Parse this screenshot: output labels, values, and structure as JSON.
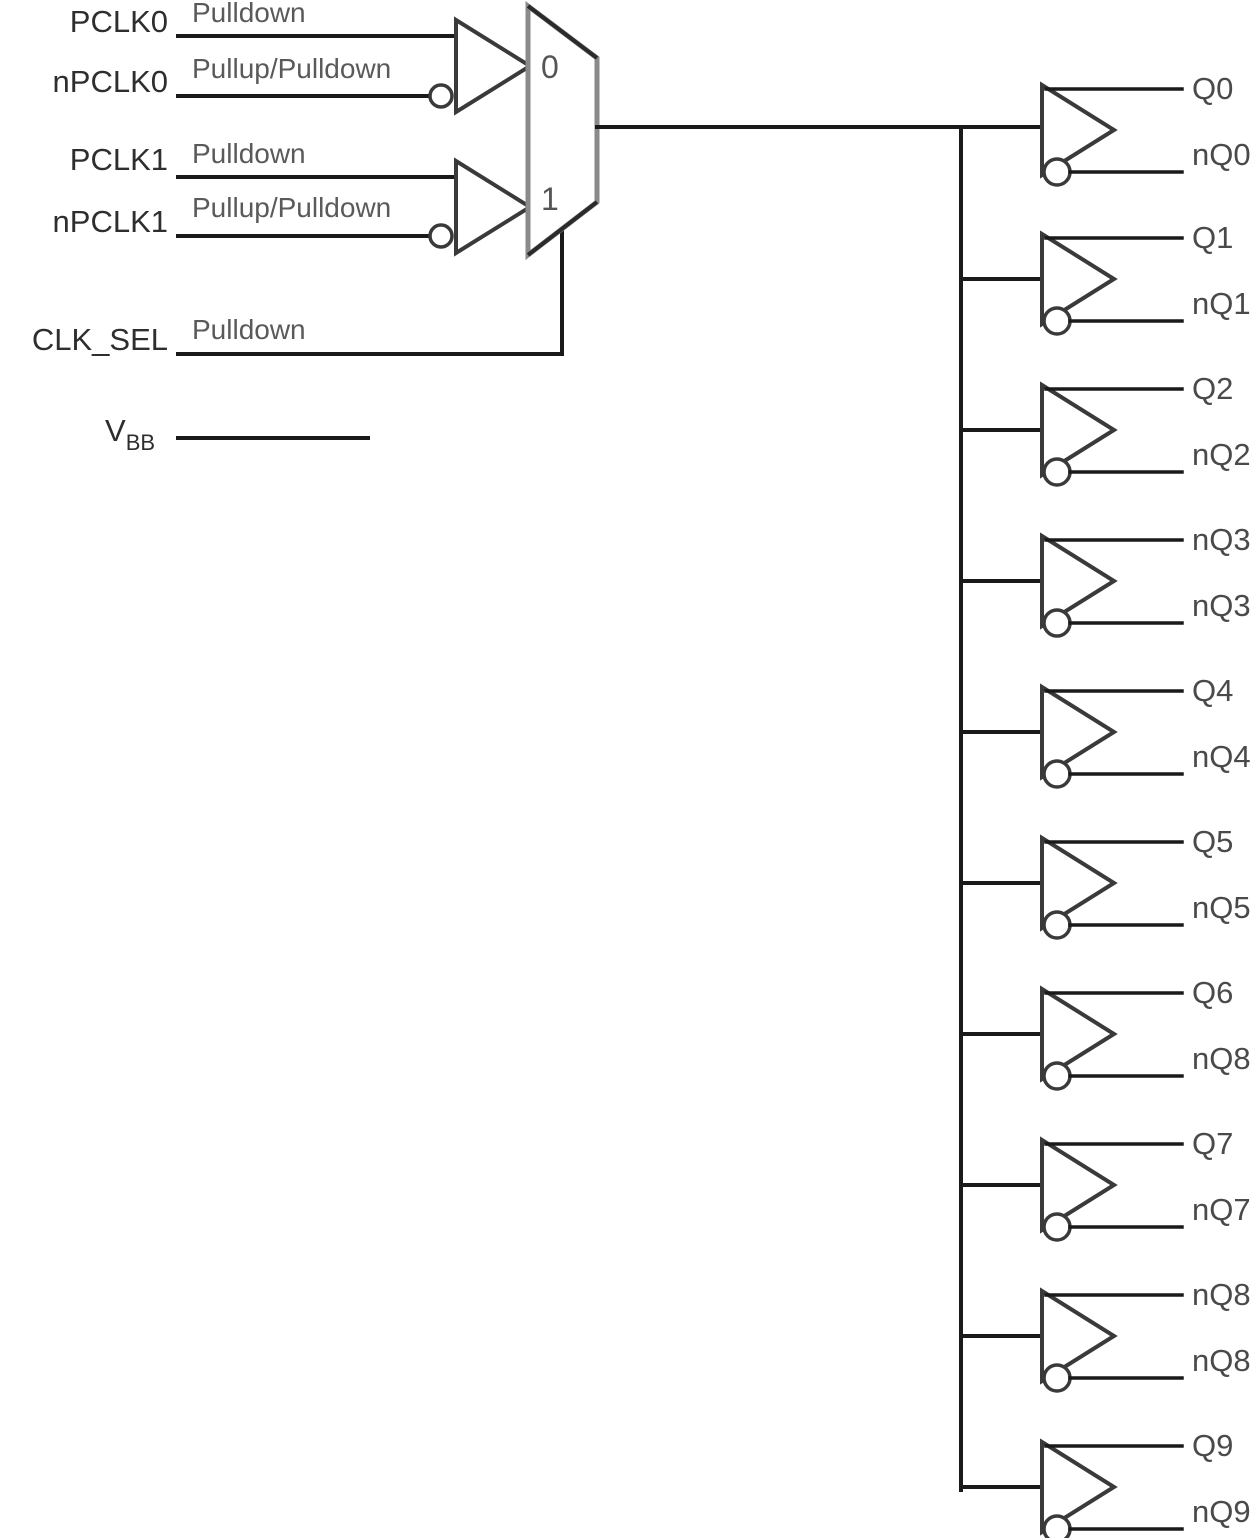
{
  "diagram": {
    "title": "Differential clock mux and fanout buffer block diagram",
    "colors": {
      "wire": "#1a1a1a",
      "gate_stroke": "#3a3a3a",
      "mux_stroke": "#8a8a8a",
      "text": "#2e2e2e",
      "annotation_text": "#5a5a5a",
      "background": "#ffffff"
    },
    "inputs": [
      {
        "name": "PCLK0",
        "label": "PCLK0",
        "annotation": "Pulldown",
        "inverted": false
      },
      {
        "name": "nPCLK0",
        "label": "nPCLK0",
        "annotation": "Pullup/Pulldown",
        "inverted": true
      },
      {
        "name": "PCLK1",
        "label": "PCLK1",
        "annotation": "Pulldown",
        "inverted": false
      },
      {
        "name": "nPCLK1",
        "label": "nPCLK1",
        "annotation": "Pullup/Pulldown",
        "inverted": true
      },
      {
        "name": "CLK_SEL",
        "label": "CLK_SEL",
        "annotation": "Pulldown",
        "inverted": false
      }
    ],
    "supply_pin": {
      "label_main": "V",
      "label_sub": "BB",
      "annotation": ""
    },
    "mux": {
      "name": "clock-select-mux",
      "select_labels": [
        "0",
        "1"
      ],
      "select_input": "CLK_SEL",
      "data_inputs": [
        "PCLK0/nPCLK0 buffer",
        "PCLK1/nPCLK1 buffer"
      ]
    },
    "output_buffers": [
      {
        "index": 0,
        "q": "Q0",
        "nq": "nQ0"
      },
      {
        "index": 1,
        "q": "Q1",
        "nq": "nQ1"
      },
      {
        "index": 2,
        "q": "Q2",
        "nq": "nQ2"
      },
      {
        "index": 3,
        "q": "nQ3",
        "nq": "nQ3"
      },
      {
        "index": 4,
        "q": "Q4",
        "nq": "nQ4"
      },
      {
        "index": 5,
        "q": "Q5",
        "nq": "nQ5"
      },
      {
        "index": 6,
        "q": "Q6",
        "nq": "nQ8"
      },
      {
        "index": 7,
        "q": "Q7",
        "nq": "nQ7"
      },
      {
        "index": 8,
        "q": "nQ8",
        "nq": "nQ8"
      },
      {
        "index": 9,
        "q": "Q9",
        "nq": "nQ9"
      }
    ]
  }
}
